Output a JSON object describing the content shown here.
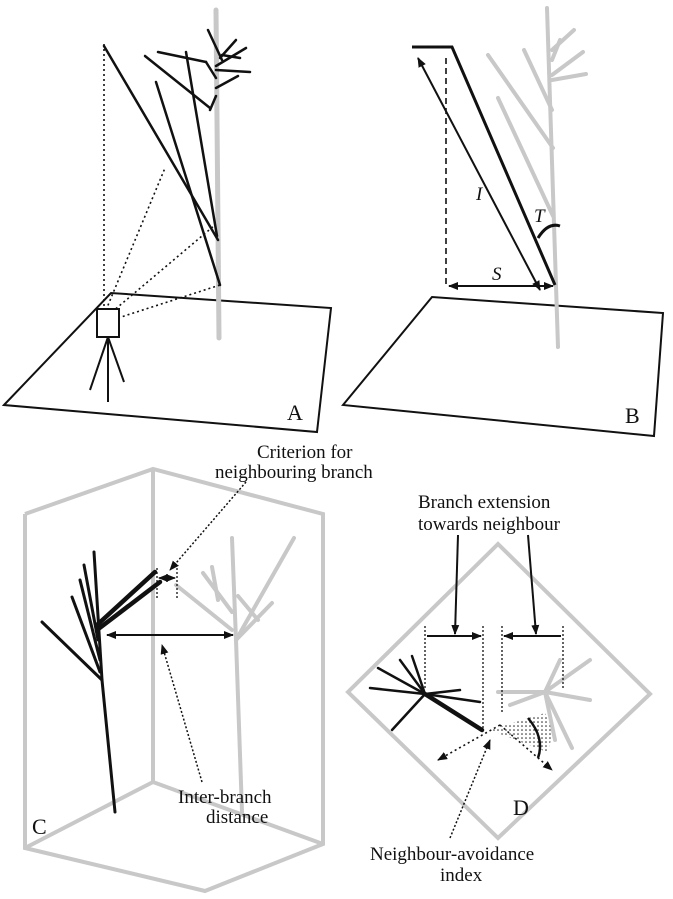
{
  "panels": {
    "a": {
      "letter": "A"
    },
    "b": {
      "letter": "B",
      "label_i": "I",
      "label_t": "T",
      "label_s": "S"
    },
    "c": {
      "letter": "C",
      "criterion_line1": "Criterion for",
      "criterion_line2": "neighbouring branch",
      "distance_line1": "Inter-branch",
      "distance_line2": "distance"
    },
    "d": {
      "letter": "D",
      "extension_line1": "Branch extension",
      "extension_line2": "towards neighbour",
      "avoidance_line1": "Neighbour-avoidance",
      "avoidance_line2": "index"
    }
  },
  "colors": {
    "ink": "#111111",
    "grey": "#cccccc"
  }
}
